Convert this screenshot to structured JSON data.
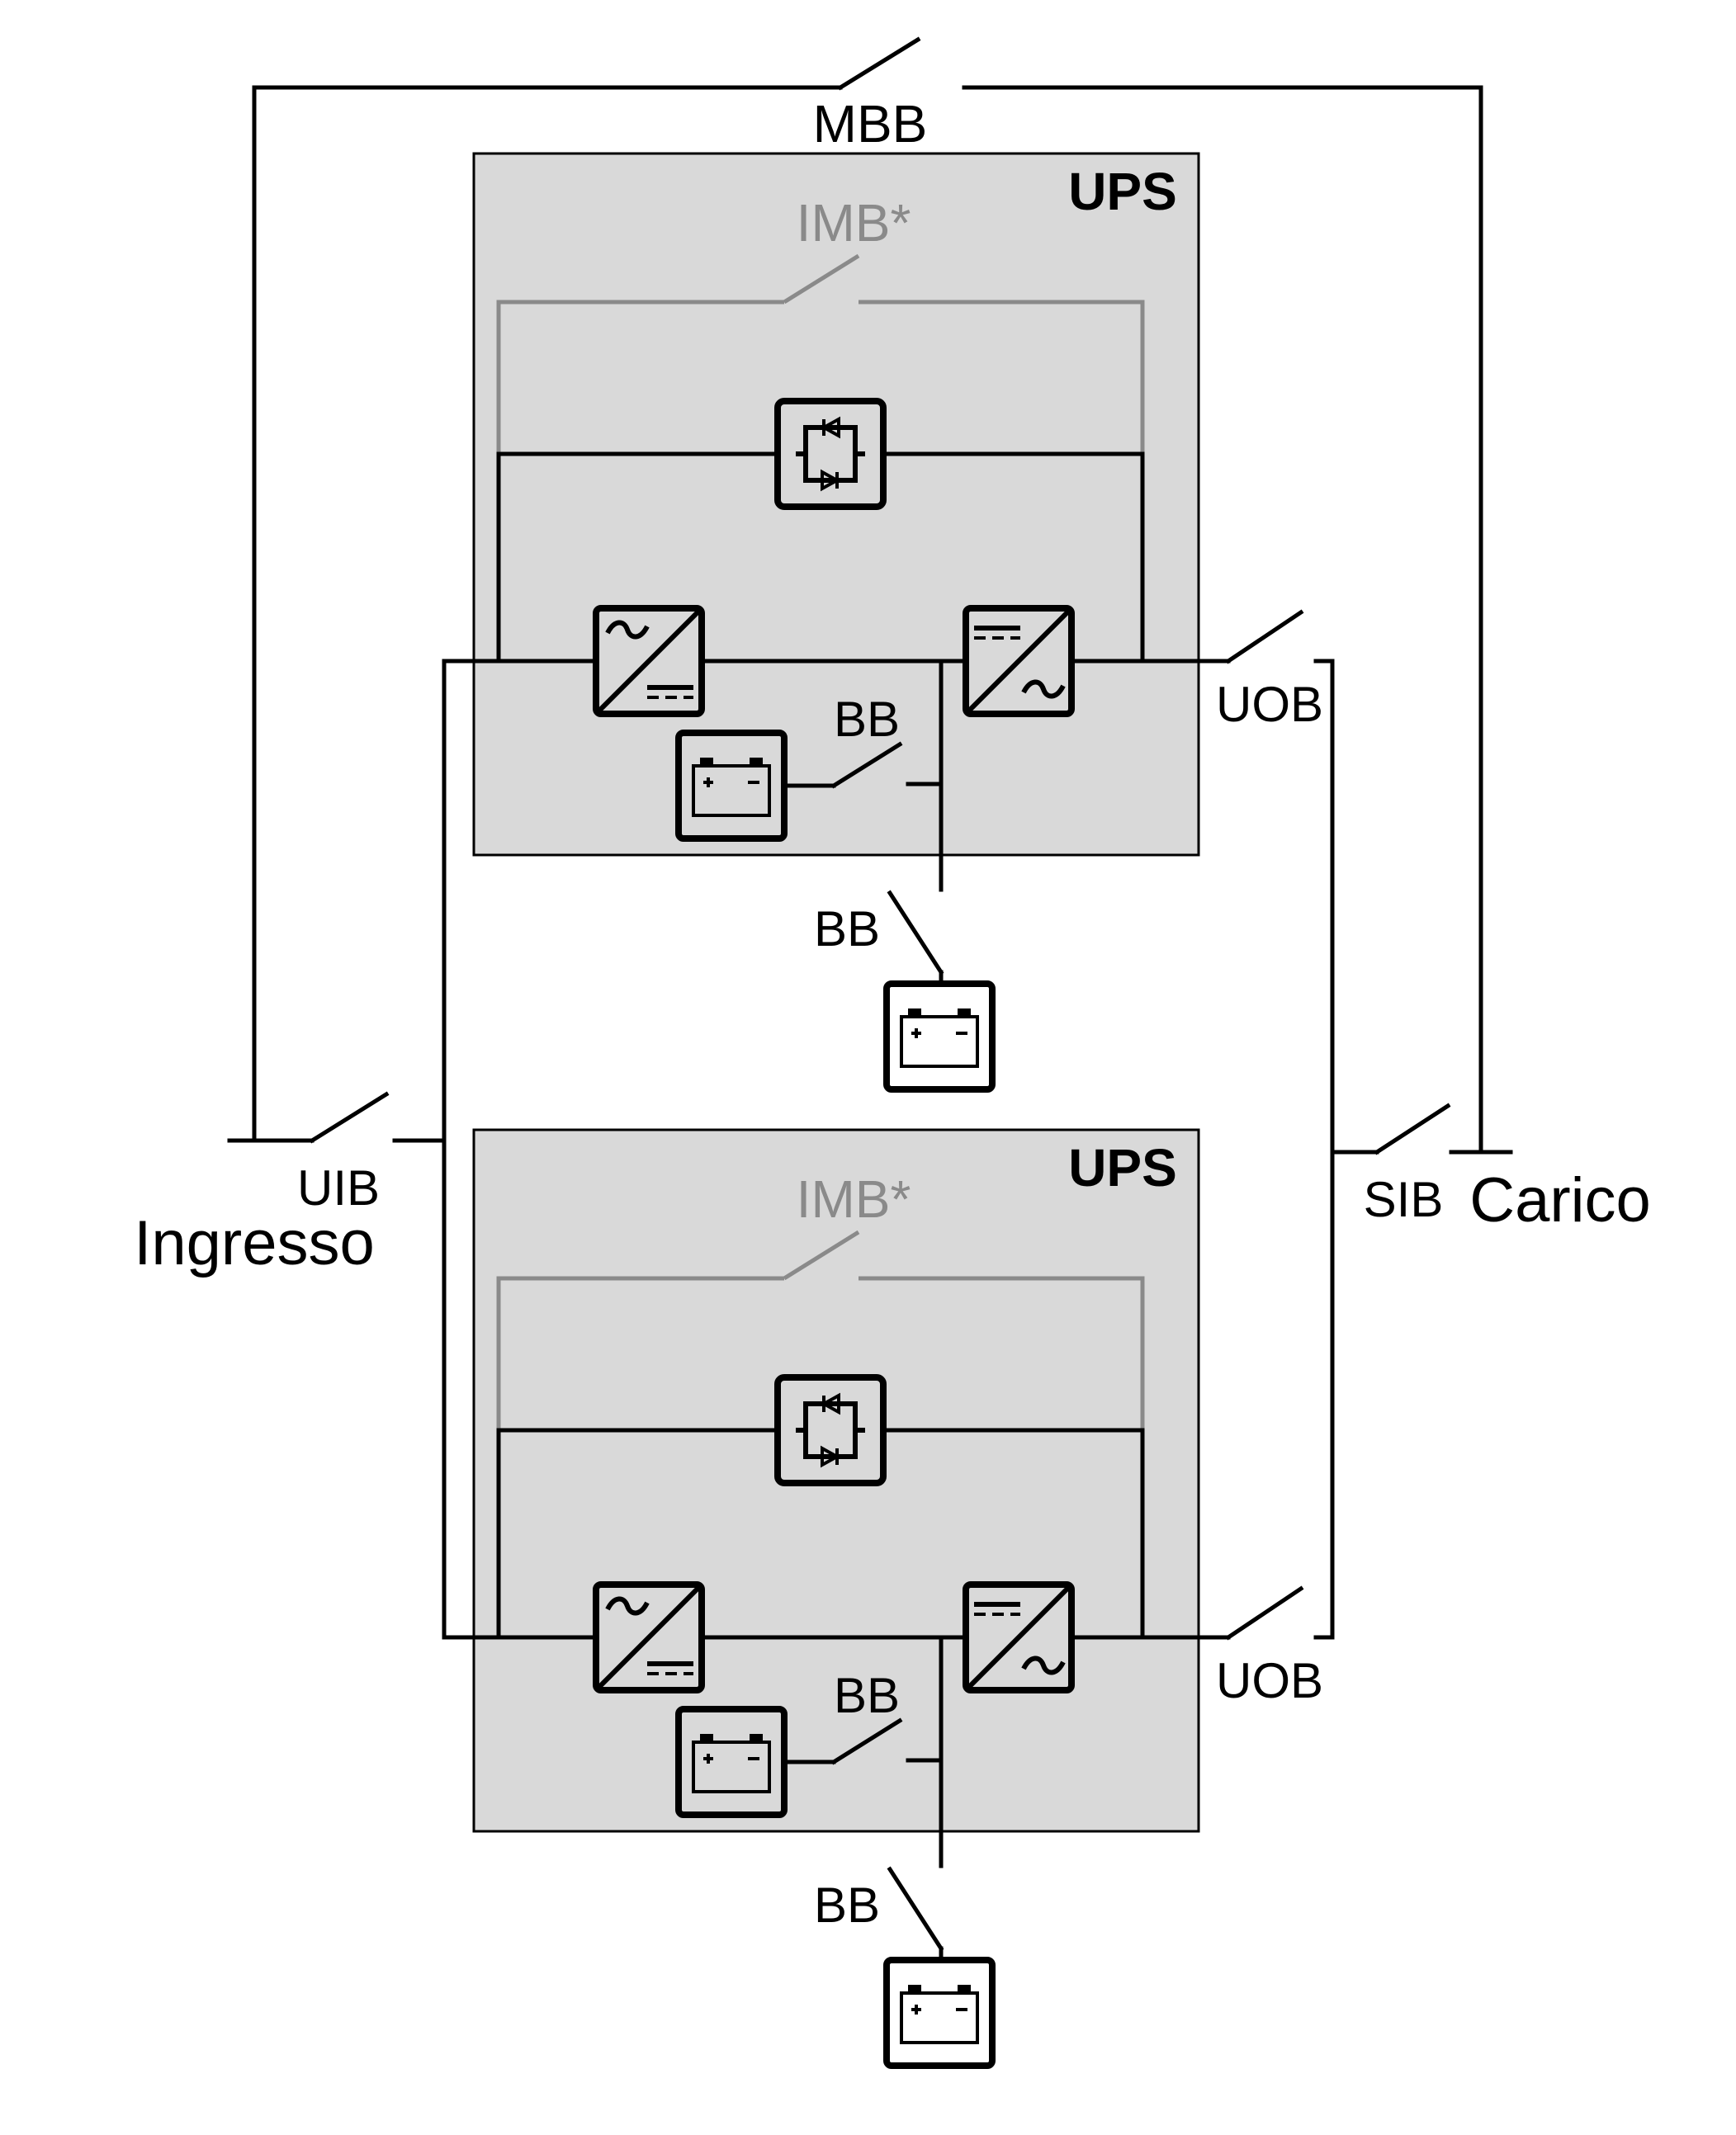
{
  "labels": {
    "mbb": "MBB",
    "uib": "UIB",
    "input": "Ingresso",
    "sib": "SIB",
    "load": "Carico"
  },
  "ups_units": [
    {
      "title": "UPS",
      "imb": "IMB*",
      "bb_internal": "BB",
      "bb_external": "BB",
      "uob": "UOB"
    },
    {
      "title": "UPS",
      "imb": "IMB*",
      "bb_internal": "BB",
      "bb_external": "BB",
      "uob": "UOB"
    }
  ],
  "icons": {
    "static_switch": "static-switch-icon",
    "rectifier": "rectifier-icon",
    "inverter": "inverter-icon",
    "battery": "battery-icon",
    "circuit_breaker": "breaker-icon"
  },
  "colors": {
    "ups_fill": "#d9d9d9",
    "line": "#000000",
    "maintenance_bypass_line": "#8a8a8a"
  }
}
